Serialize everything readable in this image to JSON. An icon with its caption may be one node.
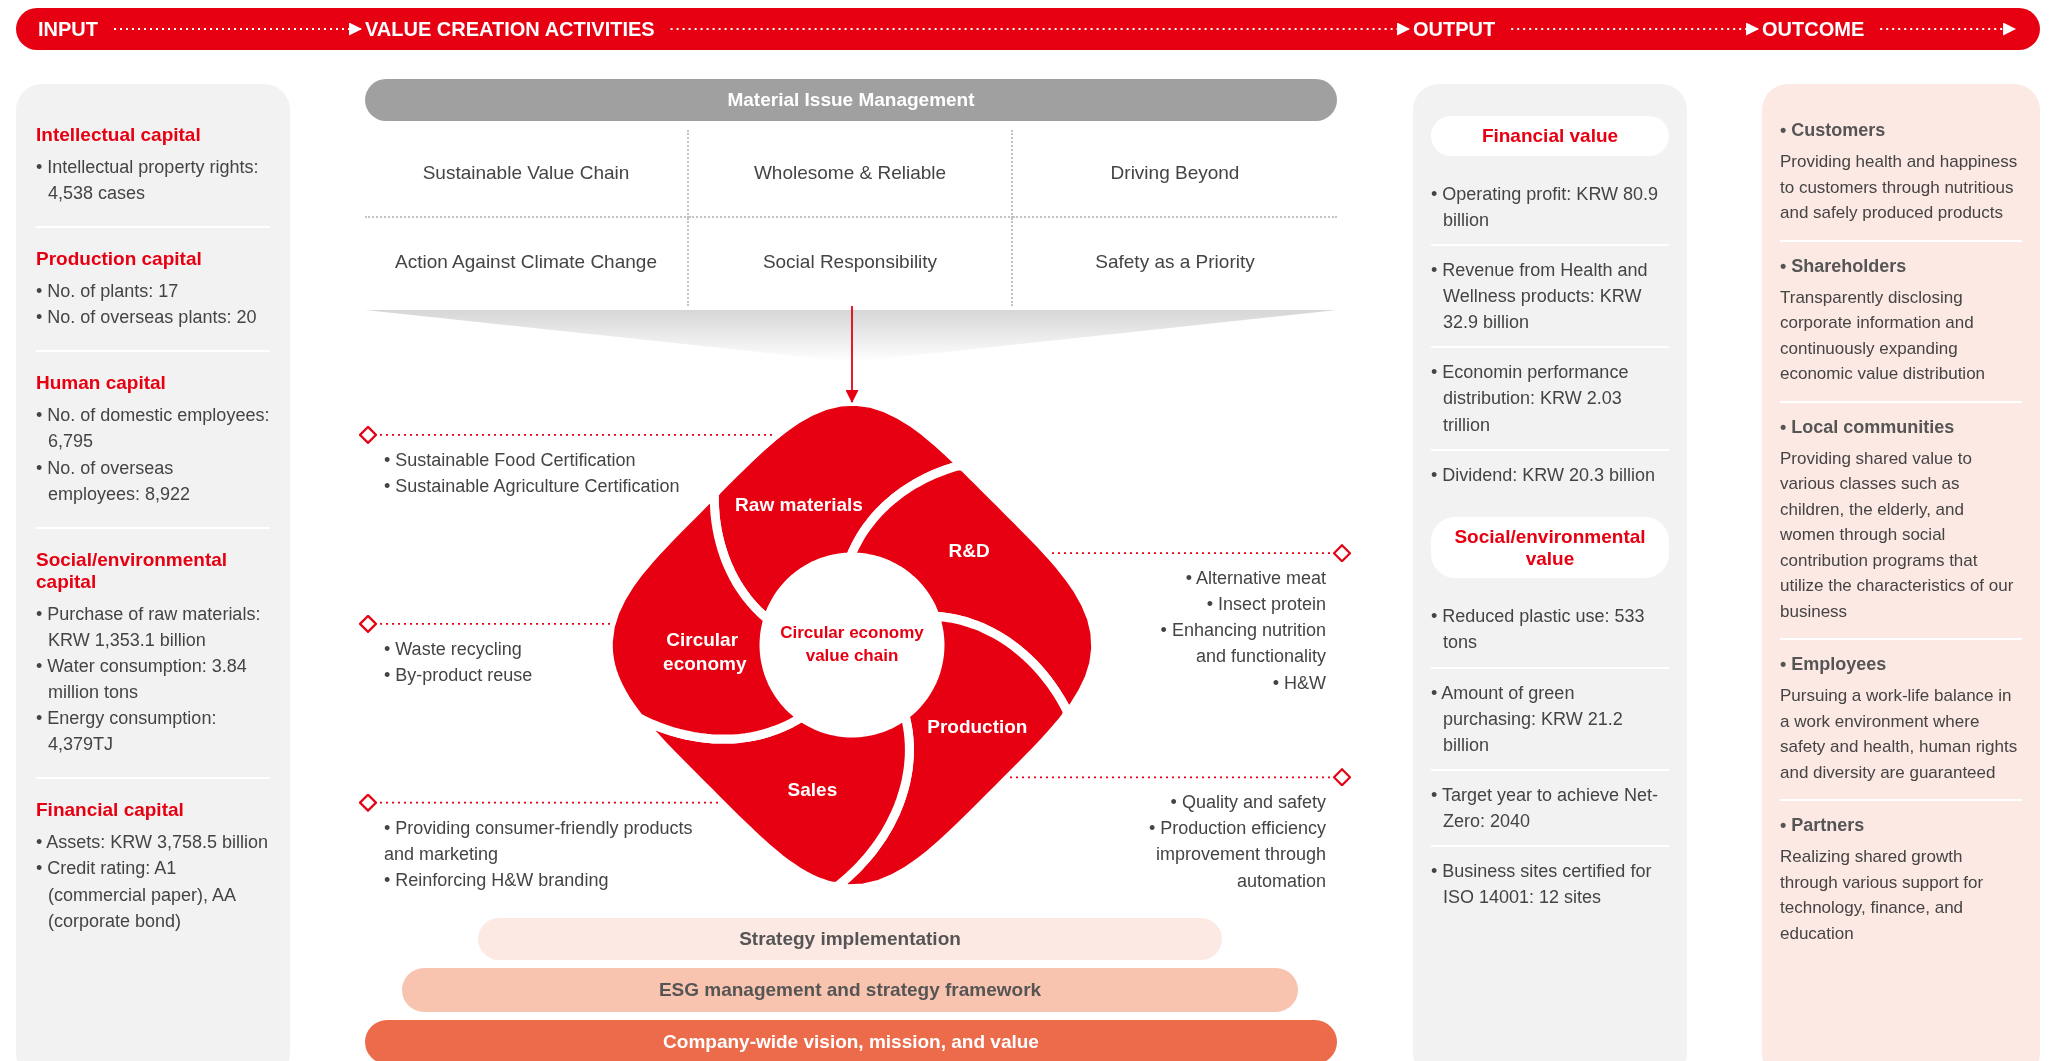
{
  "diagram": {
    "nodes": [
      {
        "text": [
          "INPUT"
        ]
      },
      {
        "text": [
          "VALUE CREATION ACTIVITIES"
        ]
      },
      {
        "text": [
          "OUTPUT"
        ]
      },
      {
        "text": [
          "OUTCOME"
        ]
      },
      {
        "text": [],
        "shape": "box"
      },
      {
        "text": [
          "Intellectual capital",
          "• Intellectual property rights: 4,538 cases"
        ],
        "in": 4
      },
      {
        "text": [
          "Production capital",
          "• No. of plants: 17",
          "• No. of overseas plants: 20"
        ],
        "in": 4
      },
      {
        "text": [
          "Human capital",
          "• No. of domestic employees: 6,795",
          "• No. of overseas employees: 8,922"
        ],
        "in": 4
      },
      {
        "text": [
          "Social/environmental capital",
          "• Purchase of raw materials: KRW 1,353.1 billion",
          "• Water consumption: 3.84 million tons",
          "• Energy consumption: 4,379TJ"
        ],
        "in": 4
      },
      {
        "text": [
          "Financial capital",
          "• Assets: KRW 3,758.5 billion",
          "• Credit rating: A1 (commercial paper), AA (corporate bond)"
        ],
        "in": 4
      },
      {
        "text": [
          "Material Issue Management"
        ]
      },
      {
        "text": [
          "Sustainable Value Chain",
          "Wholesome & Reliable",
          "Driving Beyond",
          "Action Against Climate Change",
          "Social Responsibility",
          "Safety as a Priority"
        ]
      },
      {
        "text": [
          "Raw materials"
        ]
      },
      {
        "text": [
          "R&D"
        ]
      },
      {
        "text": [
          "Production"
        ]
      },
      {
        "text": [
          "Sales"
        ]
      },
      {
        "text": [
          "Circular economy"
        ]
      },
      {
        "text": [
          "Circular economy value chain"
        ]
      },
      {
        "text": [
          "• Sustainable Food Certification",
          "• Sustainable Agriculture Certification"
        ]
      },
      {
        "text": [
          "• Alternative meat",
          "• Insect protein",
          "• Enhancing nutrition and functionality",
          "• H&W"
        ]
      },
      {
        "text": [
          "• Waste recycling",
          "• By-product reuse"
        ]
      },
      {
        "text": [
          "• Quality and safety",
          "• Production efficiency improvement through automation"
        ]
      },
      {
        "text": [
          "• Providing consumer-friendly products and marketing",
          "• Reinforcing H&W branding"
        ]
      },
      {
        "text": [
          "Strategy implementation"
        ]
      },
      {
        "text": [
          "ESG management and strategy framework"
        ]
      },
      {
        "text": [
          "Company-wide vision, mission, and value"
        ]
      },
      {
        "text": [
          "• Operating profit: KRW 80.9 billion",
          "• Revenue from Health and Wellness products: KRW 32.9 billion",
          "• Economin performance distribution: KRW 2.03 trillion",
          "• Dividend: KRW 20.3 billion",
          "• Reduced plastic use: 533 tons",
          "• Amount of green purchasing: KRW 21.2 billion",
          "• Target year to achieve Net-Zero: 2040",
          "• Business sites certified for ISO 14001: 12 sites"
        ]
      },
      {
        "text": [
          "Financial value"
        ],
        "in": 26
      },
      {
        "text": [
          "Social/environmental value"
        ],
        "in": 26
      },
      {
        "text": [],
        "shape": "box"
      },
      {
        "text": [
          "• Customers",
          "Providing health and happiness to customers through nutritious and safely produced products"
        ],
        "in": 29
      },
      {
        "text": [
          "• Shareholders",
          "Transparently disclosing corporate information and continuously expanding economic value distribution"
        ],
        "in": 29
      },
      {
        "text": [
          "• Local communities",
          "Providing shared value to various classes such as children, the elderly, and women through social contribution programs that utilize the characteristics of our business"
        ],
        "in": 29
      },
      {
        "text": [
          "• Employees",
          "Pursuing a work-life balance in a work environment where safety and health, human rights and diversity are guaranteed"
        ],
        "in": 29
      },
      {
        "text": [
          "• Partners",
          "Realizing shared growth through various support for  technology, finance, and education"
        ],
        "in": 29
      }
    ],
    "edges": [
      {
        "from": 0,
        "to": 1,
        "arrow": "to",
        "style": "dashed",
        "color": "#ffffff"
      },
      {
        "from": 1,
        "to": 2,
        "arrow": "to",
        "style": "dashed",
        "color": "#ffffff"
      },
      {
        "from": 2,
        "to": 3,
        "arrow": "to",
        "style": "dashed",
        "color": "#ffffff"
      },
      {
        "from": 3,
        "to": null,
        "arrow": "to",
        "style": "dashed",
        "color": "#ffffff"
      },
      {
        "from": 11,
        "to": 12,
        "arrow": "to"
      },
      {
        "from": 18,
        "to": 12,
        "arrow": "other",
        "style": "dashed"
      },
      {
        "from": 19,
        "to": 13,
        "arrow": "other",
        "style": "dashed"
      },
      {
        "from": 20,
        "to": 16,
        "arrow": "other",
        "style": "dashed"
      },
      {
        "from": 21,
        "to": 14,
        "arrow": "other",
        "style": "dashed"
      },
      {
        "from": 22,
        "to": 15,
        "arrow": "other",
        "style": "dashed"
      }
    ]
  }
}
